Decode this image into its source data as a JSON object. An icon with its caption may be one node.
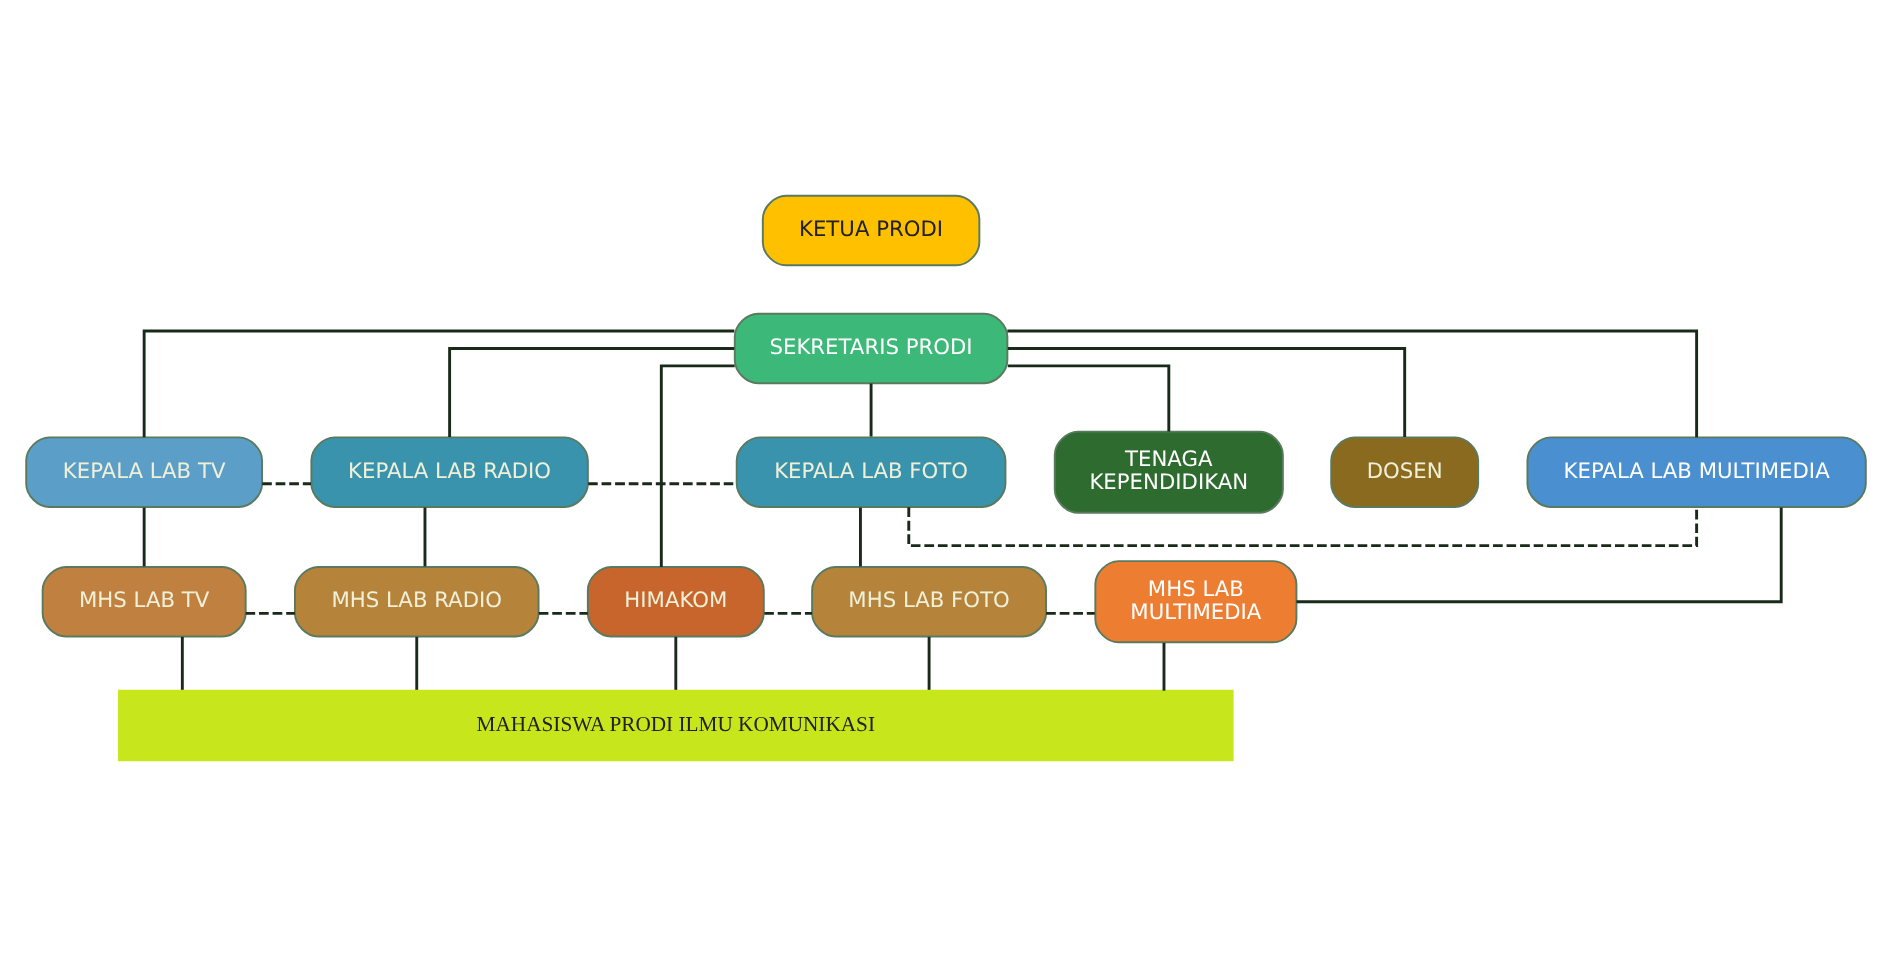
{
  "diagram": {
    "nodes": [
      {
        "text": [
          "KETUA PRODI"
        ]
      },
      {
        "text": [
          "SEKRETARIS PRODI"
        ]
      },
      {
        "text": [
          "KEPALA LAB TV"
        ]
      },
      {
        "text": [
          "KEPALA LAB RADIO"
        ]
      },
      {
        "text": [
          "KEPALA LAB FOTO"
        ]
      },
      {
        "text": [
          "KEPALA LAB MULTIMEDIA"
        ]
      },
      {
        "text": [
          "TENAGA KEPENDIDIKAN"
        ]
      },
      {
        "text": [
          "DOSEN"
        ]
      },
      {
        "text": [
          "MHS LAB TV"
        ]
      },
      {
        "text": [
          "MHS LAB RADIO"
        ]
      },
      {
        "text": [
          "HIMAKOM"
        ]
      },
      {
        "text": [
          "MHS LAB FOTO"
        ]
      },
      {
        "text": [
          "MHS LAB MULTIMEDIA"
        ]
      },
      {
        "text": [
          "MAHASISWA PRODI ILMU KOMUNIKASI"
        ]
      }
    ],
    "edges": [
      {
        "from": 1,
        "to": 2,
        "arrow": "none"
      },
      {
        "from": 1,
        "to": 3,
        "arrow": "none"
      },
      {
        "from": 1,
        "to": 4,
        "arrow": "none"
      },
      {
        "from": 1,
        "to": 5,
        "arrow": "none"
      },
      {
        "from": 2,
        "to": 3,
        "arrow": "none",
        "style": "dashed"
      },
      {
        "from": 3,
        "to": 4,
        "arrow": "none",
        "style": "dashed"
      },
      {
        "from": 4,
        "to": 5,
        "arrow": "none",
        "style": "dashed"
      },
      {
        "from": 1,
        "to": 6,
        "arrow": "none"
      },
      {
        "from": 1,
        "to": 7,
        "arrow": "none"
      },
      {
        "from": 1,
        "to": 10,
        "arrow": "none"
      },
      {
        "from": 2,
        "to": 8,
        "arrow": "none"
      },
      {
        "from": 3,
        "to": 9,
        "arrow": "none"
      },
      {
        "from": 4,
        "to": 11,
        "arrow": "none"
      },
      {
        "from": 5,
        "to": 12,
        "arrow": "none"
      },
      {
        "from": 8,
        "to": 9,
        "arrow": "none",
        "style": "dashed"
      },
      {
        "from": 9,
        "to": 10,
        "arrow": "none",
        "style": "dashed"
      },
      {
        "from": 10,
        "to": 11,
        "arrow": "none",
        "style": "dashed"
      },
      {
        "from": 11,
        "to": 12,
        "arrow": "none",
        "style": "dashed"
      },
      {
        "from": 8,
        "to": 13,
        "arrow": "none"
      },
      {
        "from": 9,
        "to": 13,
        "arrow": "none"
      },
      {
        "from": 10,
        "to": 13,
        "arrow": "none"
      },
      {
        "from": 11,
        "to": 13,
        "arrow": "none"
      },
      {
        "from": 12,
        "to": 13,
        "arrow": "none"
      }
    ]
  }
}
